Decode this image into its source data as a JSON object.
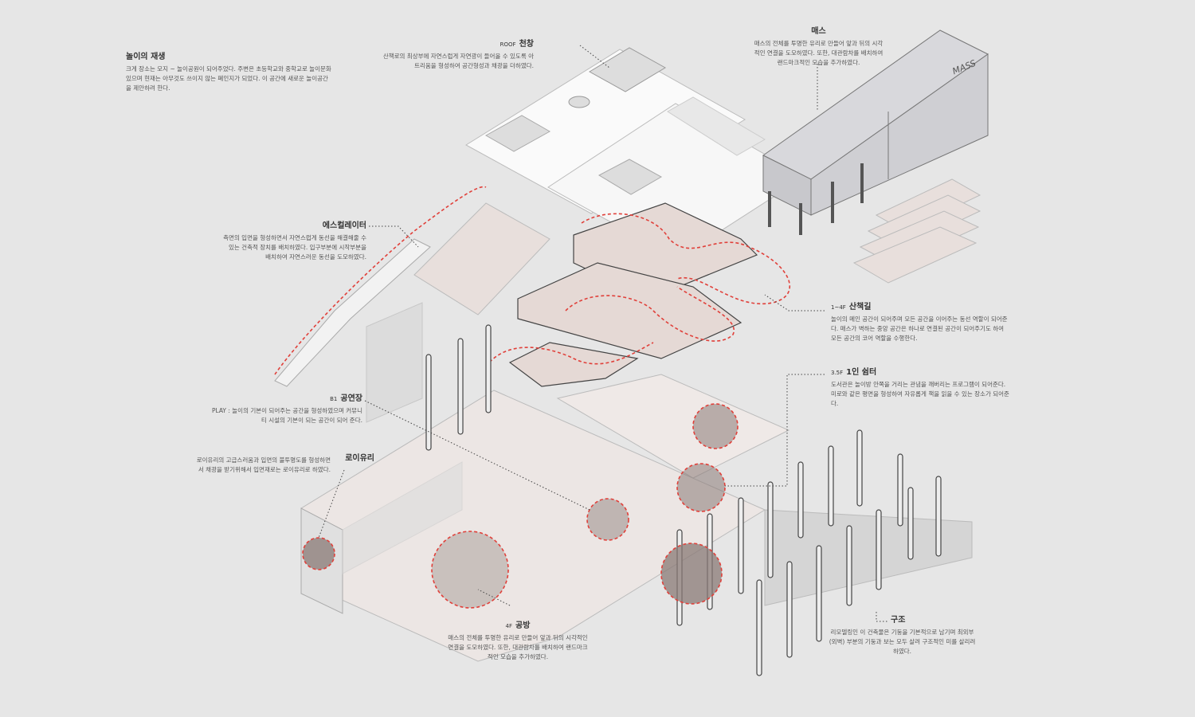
{
  "intro": {
    "title": "놀이의 재생",
    "body": "크게 장소는 모지 ~ 놀이공원이 되어주었다. 주변은 초등학교와 중학교로 놀이문화있으며 현재는 아무것도 쓰이지 않는 폐인지가 되었다. 이 공간에 새로운 놀이공간을 제안하려 한다."
  },
  "roof": {
    "prefix": "ROOF",
    "title": "천창",
    "body": "산책로의 최상부에 자연스럽게 자연광이 들어올 수 있도록 아트리움을 형성하여 공간형성과 채광을 더하였다."
  },
  "mass": {
    "title": "매스",
    "body": "매스의 전체를 투명한 유리로 만들어 앞과 뒤의 시각적인 연결을 도모하였다. 또한, 대관람차를 배치하여 랜드마크적인 모습을 추가하였다.",
    "tag": "MASS"
  },
  "escalator": {
    "title": "에스컬레이터",
    "body": "측면의 입면을 형성하면서 자연스럽게 동선을 해결해줄 수 있는 건축적 장치를 배치하였다. 입구부분에 시작부분을 배치하여 자연스러운 동선을 도모하였다."
  },
  "walkway": {
    "prefix": "1~4F",
    "title": "산책길",
    "body": "놀이의 메인 공간이 되어주며 모든 공간을 이어주는 동선 역할이 되어준다. 매스가 벽하는 중앙 공간은 하나로 연결된 공간이 되어주기도 하여 모든 공간의 코어 역할을 수행한다."
  },
  "shelter": {
    "prefix": "3.5F",
    "title": "1인 쉼터",
    "body": "도서관은 놀이방 안쪽을 거리는 관념을 깨버리는 프로그램이 되어준다. 미로와 같은 평면을 형성하여 자유롭게 책을 읽을 수 있는 장소가 되어준다."
  },
  "theater": {
    "prefix": "B1",
    "title": "공연장",
    "body": "PLAY : 놀이의 기본이 되어주는 공간을 형성하였으며 커뮤니티 시설의 기본이 되는 공간이 되어 준다."
  },
  "lowe": {
    "title": "로이유리",
    "body": "로이유리의 고급스러움과 입면의 불투명도를 형성하면서 채광을 받기위해서 입면재로는 로이유리로 하였다."
  },
  "workshop": {
    "prefix": "4F",
    "title": "공방",
    "body": "매스의 전체를 투명한 유리로 만들어 앞과 뒤의 시각적인 연결을 도모하였다. 또한, 대관람차를 배치하여 랜드마크적인 모습을 추가하였다."
  },
  "structure": {
    "title": "구조",
    "body": "리모델링인 이 건축물은 기둥을 기본적으로 남기며 최외부(외벽) 부분의 기둥과 보는 모두 살려 구조적인 미를 살리려 하였다."
  },
  "colors": {
    "background": "#e6e6e6",
    "path_red": "#e0403a",
    "highlight_circle": "#8a7a76"
  }
}
